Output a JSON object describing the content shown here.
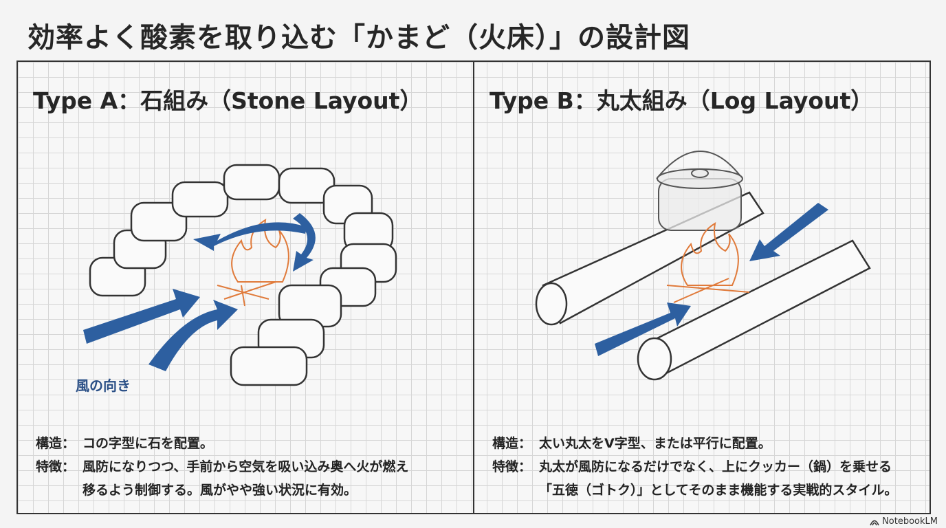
{
  "title": "効率よく酸素を取り込む「かまど（火床）」の設計図",
  "panels": [
    {
      "heading": "Type A：石組み（Stone Layout）",
      "wind_label": "風の向き",
      "structure_label": "構造：",
      "structure": "コの字型に石を配置。",
      "feature_label": "特徴：",
      "feature_lines": [
        "風防になりつつ、手前から空気を吸い込み奥へ火が燃え",
        "移るよう制御する。風がやや強い状況に有効。"
      ]
    },
    {
      "heading": "Type B：丸太組み（Log Layout）",
      "structure_label": "構造：",
      "structure": "太い丸太をV字型、または平行に配置。",
      "feature_label": "特徴：",
      "feature_lines": [
        "丸太が風防になるだけでなく、上にクッカー（鍋）を乗せる",
        "「五徳（ゴトク）」としてそのまま機能する実戦的スタイル。"
      ]
    }
  ],
  "watermark": "NotebookLM",
  "colors": {
    "arrow": "#2d5fa0",
    "fire": "#e07a3a",
    "ink": "#333333"
  }
}
